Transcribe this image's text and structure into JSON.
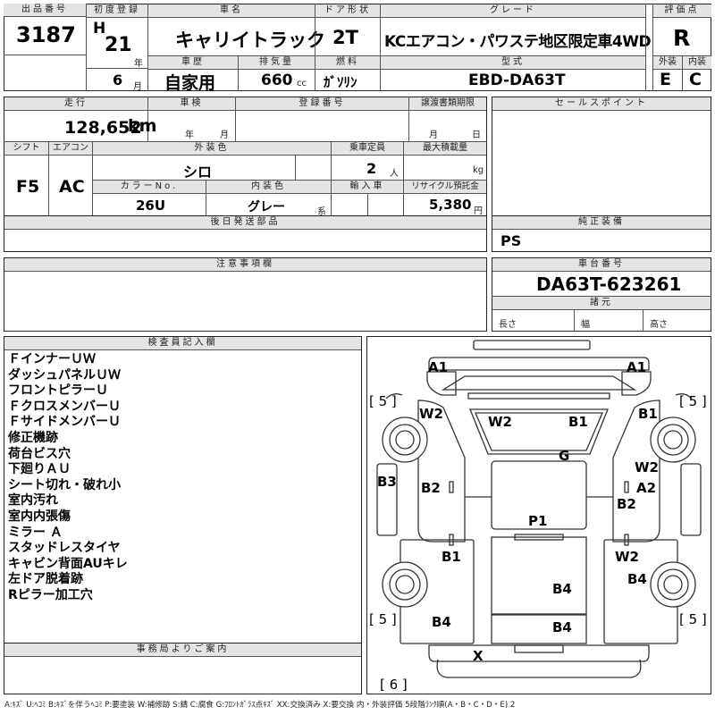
{
  "header_labels": {
    "lot": "出品番号",
    "first_reg": "初度登録",
    "car_name": "車名",
    "door": "ドア形状",
    "grade": "グレード",
    "score": "評価点",
    "history": "車歴",
    "displacement": "排気量",
    "fuel": "燃料",
    "model_code": "型式",
    "exterior": "外装",
    "interior": "内装"
  },
  "lot_number": "3187",
  "reg": {
    "era": "H",
    "year": "21",
    "year_unit": "年",
    "month": "6",
    "month_unit": "月"
  },
  "car_name": "キャリイトラック",
  "door": "2T",
  "grade": "KCエアコン・パワステ地区限定車4WD",
  "score": "R",
  "history": "自家用",
  "displacement": "660",
  "displacement_unit": "cc",
  "fuel": "ｶﾞｿﾘﾝ",
  "model_code": "EBD-DA63T",
  "exterior_grade": "E",
  "interior_grade": "C",
  "row2_labels": {
    "mileage": "走行",
    "inspection": "車検",
    "plate": "登録番号",
    "transfer": "譲渡書類期限",
    "sales_points": "セールスポイント",
    "shift": "シフト",
    "ac": "エアコン",
    "ext_color": "外装色",
    "capacity": "乗車定員",
    "max_load": "最大積載量",
    "color_no": "カラーNo.",
    "int_color": "内装色",
    "import": "輸入車",
    "recycle": "リサイクル預託金"
  },
  "mileage": "128,652",
  "mileage_unit": "km",
  "inspection_year": "年",
  "inspection_month": "月",
  "transfer_month": "月",
  "transfer_day": "日",
  "shift": "F5",
  "ac": "AC",
  "ext_color": "シロ",
  "capacity": "2",
  "capacity_unit": "人",
  "max_load_unit": "kg",
  "color_no": "26U",
  "int_color": "グレー",
  "int_color_suffix": "系",
  "recycle": "5,380",
  "recycle_unit": "円",
  "later_parts_label": "後日発送部品",
  "genuine_label": "純正装備",
  "genuine_equipment": "PS",
  "caution_label": "注意事項欄",
  "chassis_label": "車台番号",
  "chassis_number": "DA63T-623261",
  "specs_label": "諸元",
  "specs": {
    "length": "長さ",
    "width": "幅",
    "height": "高さ"
  },
  "inspector_label": "検査員記入欄",
  "inspector_notes": [
    "ＦインナーＵＷ",
    "ダッシュパネルＵＷ",
    "フロントピラーＵ",
    "ＦクロスメンバーＵ",
    "ＦサイドメンバーＵ",
    "修正機跡",
    "荷台ビス穴",
    "下廻りＡＵ",
    "シート切れ・破れ小",
    "室内汚れ",
    "室内内張傷",
    "ミラー Ａ",
    "スタッドレスタイヤ",
    "キャビン背面AUキレ",
    "左ドア脱着跡",
    "Rピラー加工穴"
  ],
  "office_label": "事務局よりご案内",
  "diagram_labels": [
    {
      "id": "a1-left",
      "text": "A1"
    },
    {
      "id": "a1-right",
      "text": "A1"
    },
    {
      "id": "tire-fl",
      "text": "[ 5 ]"
    },
    {
      "id": "tire-fr",
      "text": "[ 5 ]"
    },
    {
      "id": "w2-left-front",
      "text": "W2"
    },
    {
      "id": "w2-hood",
      "text": "W2"
    },
    {
      "id": "b1-hood",
      "text": "B1"
    },
    {
      "id": "b1-right-front",
      "text": "B1"
    },
    {
      "id": "g-windshield",
      "text": "G"
    },
    {
      "id": "w2-right-door",
      "text": "W2"
    },
    {
      "id": "a2-right-door",
      "text": "A2"
    },
    {
      "id": "b3-left",
      "text": "B3"
    },
    {
      "id": "b2-left",
      "text": "B2"
    },
    {
      "id": "b2-right",
      "text": "B2"
    },
    {
      "id": "p1-roof",
      "text": "P1"
    },
    {
      "id": "b1-left-bed",
      "text": "B1"
    },
    {
      "id": "w2-right-bed",
      "text": "W2"
    },
    {
      "id": "b4-bed",
      "text": "B4"
    },
    {
      "id": "b4-right",
      "text": "B4"
    },
    {
      "id": "tire-rl",
      "text": "[ 5 ]"
    },
    {
      "id": "tire-rr",
      "text": "[ 5 ]"
    },
    {
      "id": "b4-left-rear",
      "text": "B4"
    },
    {
      "id": "b4-tailgate",
      "text": "B4"
    },
    {
      "id": "x-rear",
      "text": "X"
    },
    {
      "id": "tire-spare",
      "text": "[ 6 ]"
    }
  ],
  "legend": "A:ｷｽﾞ U:ﾍｺﾐ B:ｷｽﾞを伴うﾍｺﾐ P:要塗装 W:補修跡 S:錆 C:腐食 G:ﾌﾛﾝﾄｶﾞﾗｽ点ｷｽﾞ XX:交換済み X:要交換 内・外装評価 5段階ﾗﾝｸ順(A・B・C・D・E) 2"
}
